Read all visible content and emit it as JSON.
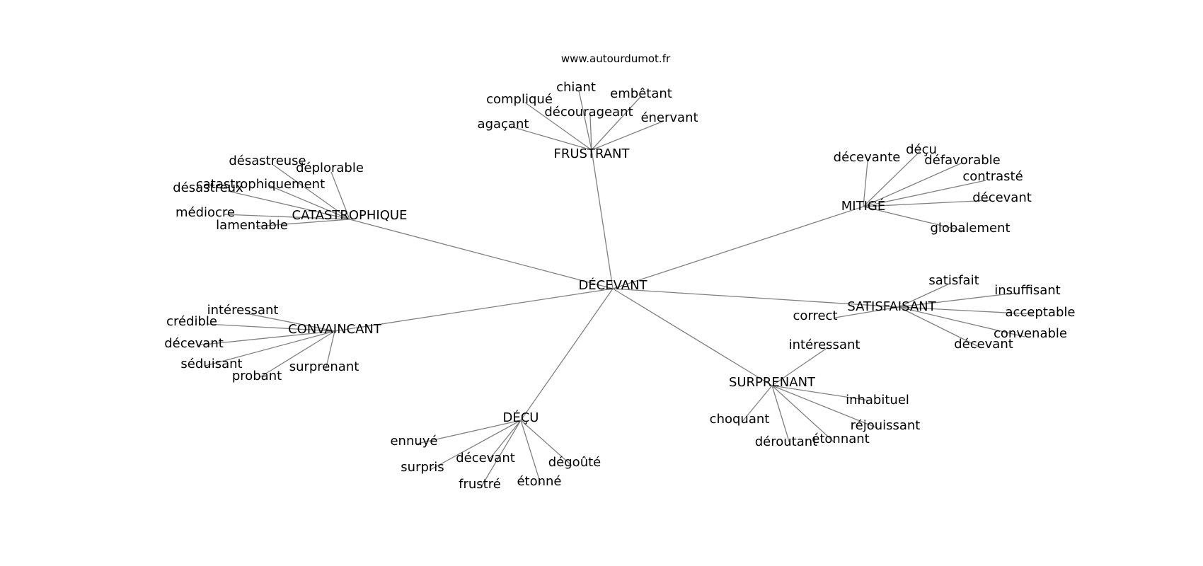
{
  "source": "www.autourdumot.fr",
  "colors": {
    "edge": "#808080",
    "text": "#000000",
    "background": "#ffffff"
  },
  "graph": {
    "root": {
      "id": "root",
      "label": "DÉCEVANT"
    },
    "hubs": [
      {
        "id": "frustrant",
        "label": "FRUSTRANT",
        "leaves": [
          {
            "id": "frustrant-agacant",
            "label": "agaçant"
          },
          {
            "id": "frustrant-complique",
            "label": "compliqué"
          },
          {
            "id": "frustrant-chiant",
            "label": "chiant"
          },
          {
            "id": "frustrant-decourageant",
            "label": "décourageant"
          },
          {
            "id": "frustrant-embetant",
            "label": "embêtant"
          },
          {
            "id": "frustrant-enervant",
            "label": "énervant"
          }
        ]
      },
      {
        "id": "catastrophique",
        "label": "CATASTROPHIQUE",
        "leaves": [
          {
            "id": "catastrophique-desastreuse",
            "label": "désastreuse"
          },
          {
            "id": "catastrophique-deplorable",
            "label": "déplorable"
          },
          {
            "id": "catastrophique-catastrophiquement",
            "label": "catastrophiquement"
          },
          {
            "id": "catastrophique-desastreux",
            "label": "désastreux"
          },
          {
            "id": "catastrophique-mediocre",
            "label": "médiocre"
          },
          {
            "id": "catastrophique-lamentable",
            "label": "lamentable"
          }
        ]
      },
      {
        "id": "mitige",
        "label": "MITIGÉ",
        "leaves": [
          {
            "id": "mitige-decevante",
            "label": "décevante"
          },
          {
            "id": "mitige-decu",
            "label": "déçu"
          },
          {
            "id": "mitige-defavorable",
            "label": "défavorable"
          },
          {
            "id": "mitige-contraste",
            "label": "contrasté"
          },
          {
            "id": "mitige-decevant",
            "label": "décevant"
          },
          {
            "id": "mitige-globalement",
            "label": "globalement"
          }
        ]
      },
      {
        "id": "satisfaisant",
        "label": "SATISFAISANT",
        "leaves": [
          {
            "id": "satisfaisant-satisfait",
            "label": "satisfait"
          },
          {
            "id": "satisfaisant-insuffisant",
            "label": "insuffisant"
          },
          {
            "id": "satisfaisant-correct",
            "label": "correct"
          },
          {
            "id": "satisfaisant-acceptable",
            "label": "acceptable"
          },
          {
            "id": "satisfaisant-convenable",
            "label": "convenable"
          },
          {
            "id": "satisfaisant-decevant",
            "label": "décevant"
          }
        ]
      },
      {
        "id": "convaincant",
        "label": "CONVAINCANT",
        "leaves": [
          {
            "id": "convaincant-interessant",
            "label": "intéressant"
          },
          {
            "id": "convaincant-credible",
            "label": "crédible"
          },
          {
            "id": "convaincant-decevant",
            "label": "décevant"
          },
          {
            "id": "convaincant-seduisant",
            "label": "séduisant"
          },
          {
            "id": "convaincant-probant",
            "label": "probant"
          },
          {
            "id": "convaincant-surprenant",
            "label": "surprenant"
          }
        ]
      },
      {
        "id": "surprenant",
        "label": "SURPRENANT",
        "leaves": [
          {
            "id": "surprenant-interessant",
            "label": "intéressant"
          },
          {
            "id": "surprenant-inhabituel",
            "label": "inhabituel"
          },
          {
            "id": "surprenant-choquant",
            "label": "choquant"
          },
          {
            "id": "surprenant-rejouissant",
            "label": "réjouissant"
          },
          {
            "id": "surprenant-deroutant",
            "label": "déroutant"
          },
          {
            "id": "surprenant-etonnant",
            "label": "étonnant"
          }
        ]
      },
      {
        "id": "decu",
        "label": "DÉÇU",
        "leaves": [
          {
            "id": "decu-ennuye",
            "label": "ennuyé"
          },
          {
            "id": "decu-surpris",
            "label": "surpris"
          },
          {
            "id": "decu-decevant",
            "label": "décevant"
          },
          {
            "id": "decu-degoute",
            "label": "dégoûté"
          },
          {
            "id": "decu-frustre",
            "label": "frustré"
          },
          {
            "id": "decu-etonne",
            "label": "étonné"
          }
        ]
      }
    ]
  }
}
